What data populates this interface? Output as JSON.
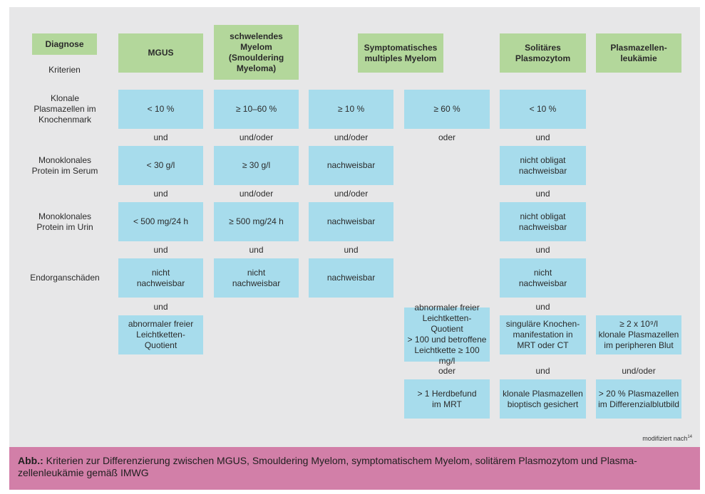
{
  "header": {
    "diagnose": "Diagnose",
    "kriterien": "Kriterien"
  },
  "columns": {
    "mgus": "MGUS",
    "smoldering": "schwelendes Myelom\n(Smouldering\nMyeloma)",
    "symptomatic": "Symptomatisches\nmultiples Myelom",
    "solitary": "Solitäres\nPlasmozytom",
    "leukemia": "Plasmazellen-\nleukämie"
  },
  "criteria": {
    "marrow": "Klonale\nPlasmazellen im\nKnochenmark",
    "serum": "Monoklonales\nProtein im Serum",
    "urine": "Monoklonales\nProtein im Urin",
    "organ": "Endorganschäden"
  },
  "cells": {
    "r1": [
      "< 10 %",
      "≥ 10–60 %",
      "≥ 10 %",
      "≥ 60 %",
      "< 10 %"
    ],
    "c1": [
      "und",
      "und/oder",
      "und/oder",
      "oder",
      "und"
    ],
    "r2": [
      "< 30 g/l",
      "≥ 30 g/l",
      "nachweisbar",
      "nicht obligat\nnachweisbar"
    ],
    "c2": [
      "und",
      "und/oder",
      "und/oder",
      "und"
    ],
    "r3": [
      "< 500 mg/24 h",
      "≥ 500 mg/24 h",
      "nachweisbar",
      "nicht obligat\nnachweisbar"
    ],
    "c3": [
      "und",
      "und",
      "und",
      "und"
    ],
    "r4": [
      "nicht\nnachweisbar",
      "nicht\nnachweisbar",
      "nachweisbar",
      "nicht\nnachweisbar"
    ],
    "c4": [
      "und",
      "und"
    ],
    "r5": [
      "abnormaler freier\nLeichtketten-Quotient",
      "abnormaler freier\nLeichtketten-Quotient\n> 100 und betroffene\nLeichtkette ≥ 100 mg/l",
      "singuläre Knochen-\nmanifestation in\nMRT oder CT",
      "≥ 2 x 10⁹/l\nklonale Plasmazellen\nim peripheren Blut"
    ],
    "c5": [
      "oder",
      "und",
      "und/oder"
    ],
    "r6": [
      "> 1 Herdbefund\nim MRT",
      "klonale Plasmazellen\nbioptisch gesichert",
      "> 20 % Plasmazellen\nim Differenzialblutbild"
    ]
  },
  "footnote": {
    "text": "modifiziert nach",
    "ref": "14"
  },
  "caption": {
    "label": "Abb.:",
    "text": " Kriterien zur Differenzierung zwischen MGUS, Smouldering Myelom, symptomatischem Myelom, solitärem Plasmozytom und Plasma-\nzellenleukämie gemäß IMWG"
  },
  "colors": {
    "panel": "#e7e7e8",
    "header_green": "#b3d79b",
    "cell_blue": "#a7dcec",
    "caption_pink": "#d27fa8"
  }
}
